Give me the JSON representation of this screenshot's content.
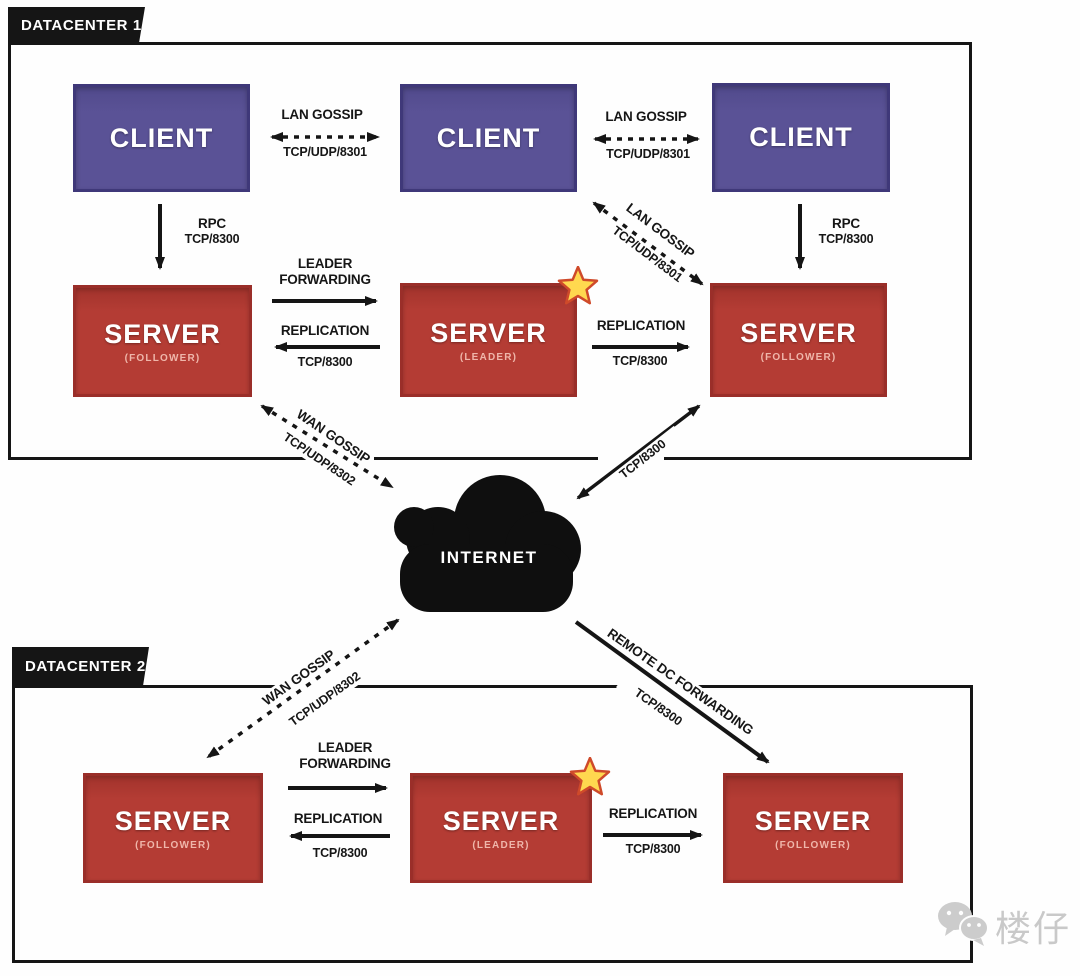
{
  "dc1": {
    "label": "DATACENTER 1",
    "clients": [
      {
        "label": "CLIENT"
      },
      {
        "label": "CLIENT"
      },
      {
        "label": "CLIENT"
      }
    ],
    "servers": [
      {
        "label": "SERVER",
        "role": "(FOLLOWER)"
      },
      {
        "label": "SERVER",
        "role": "(LEADER)",
        "leader": true
      },
      {
        "label": "SERVER",
        "role": "(FOLLOWER)"
      }
    ]
  },
  "dc2": {
    "label": "DATACENTER 2",
    "servers": [
      {
        "label": "SERVER",
        "role": "(FOLLOWER)"
      },
      {
        "label": "SERVER",
        "role": "(LEADER)",
        "leader": true
      },
      {
        "label": "SERVER",
        "role": "(FOLLOWER)"
      }
    ]
  },
  "cloud": {
    "label": "INTERNET"
  },
  "edges": {
    "lan_gossip_1": {
      "title": "LAN GOSSIP",
      "port": "TCP/UDP/8301"
    },
    "lan_gossip_2": {
      "title": "LAN GOSSIP",
      "port": "TCP/UDP/8301"
    },
    "lan_gossip_diag": {
      "title": "LAN GOSSIP",
      "port": "TCP/UDP/8301"
    },
    "rpc_left": {
      "title": "RPC",
      "port": "TCP/8300"
    },
    "rpc_right": {
      "title": "RPC",
      "port": "TCP/8300"
    },
    "leader_forwarding_dc1": {
      "title": "LEADER FORWARDING"
    },
    "replication_left_dc1": {
      "title": "REPLICATION",
      "port": "TCP/8300"
    },
    "replication_right_dc1": {
      "title": "REPLICATION",
      "port": "TCP/8300"
    },
    "wan_gossip_up": {
      "title": "WAN GOSSIP",
      "port": "TCP/UDP/8302"
    },
    "tcp_internet_dc1": {
      "port": "TCP/8300"
    },
    "wan_gossip_down": {
      "title": "WAN GOSSIP",
      "port": "TCP/UDP/8302"
    },
    "remote_dc_forwarding": {
      "title": "REMOTE DC FORWARDING",
      "port": "TCP/8300"
    },
    "leader_forwarding_dc2": {
      "title": "LEADER FORWARDING"
    },
    "replication_left_dc2": {
      "title": "REPLICATION",
      "port": "TCP/8300"
    },
    "replication_right_dc2": {
      "title": "REPLICATION",
      "port": "TCP/8300"
    }
  },
  "watermark": {
    "text": "楼仔"
  },
  "colors": {
    "client_fill": "#5a5296",
    "client_border": "#3f3879",
    "server_fill": "#b43c34",
    "server_border": "#9a2e29",
    "tab_fill": "#151515",
    "arrow": "#151515",
    "star_fill": "#ffd84f",
    "star_stroke": "#cf4a2a",
    "watermark_gray": "#c9c9c9"
  }
}
